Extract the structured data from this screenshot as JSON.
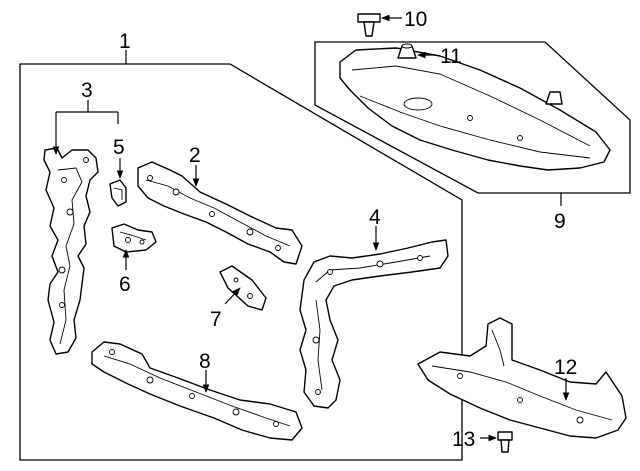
{
  "diagram": {
    "background": "#ffffff",
    "line_color": "#000000",
    "callouts": {
      "c1": "1",
      "c2": "2",
      "c3": "3",
      "c4": "4",
      "c5": "5",
      "c6": "6",
      "c7": "7",
      "c8": "8",
      "c9": "9",
      "c10": "10",
      "c11": "11",
      "c12": "12",
      "c13": "13"
    }
  }
}
